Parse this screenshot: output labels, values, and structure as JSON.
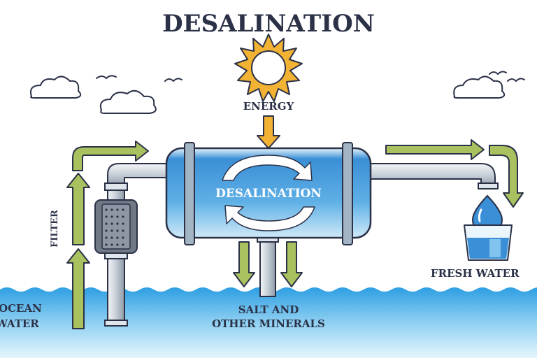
{
  "title": "DESALINATION",
  "labels": {
    "energy": "ENERGY",
    "unit": "DESALINATION",
    "filter": "FILTER",
    "ocean_line1": "OCEAN",
    "ocean_line2": "WATER",
    "salt_line1": "SALT AND",
    "salt_line2": "OTHER MINERALS",
    "fresh_water": "FRESH WATER"
  },
  "colors": {
    "title": "#2b3147",
    "sea": "#35a7e6",
    "arrow": "#a9c15f",
    "sun": "#f2b233",
    "tank": "#3f95d8",
    "pipe": "#c9d2db",
    "filter": "#6f7985"
  }
}
